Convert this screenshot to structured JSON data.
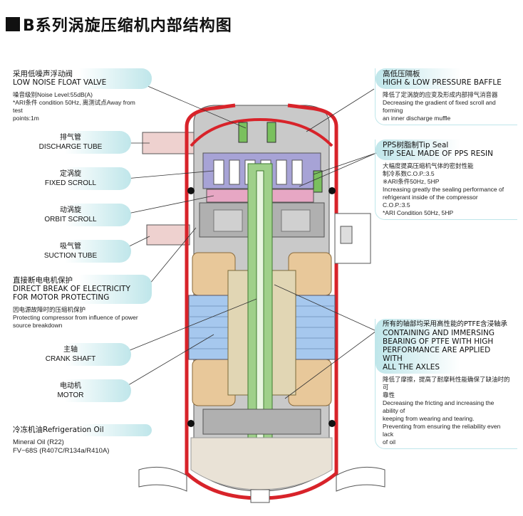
{
  "title": "B系列涡旋压缩机内部结构图",
  "labels": {
    "float_valve": {
      "cn": "采用低噪声浮动阀",
      "en": "LOW NOISE FLOAT VALVE",
      "l1": "噪音级别Noise Level:55dB(A)",
      "l2": "*ARI条件 condition 50Hz, 离测试点Away from test",
      "l3": "points:1m"
    },
    "discharge_tube": {
      "cn": "排气管",
      "en": "DISCHARGE TUBE"
    },
    "fixed_scroll": {
      "cn": "定涡旋",
      "en": "FIXED SCROLL"
    },
    "orbit_scroll": {
      "cn": "动涡旋",
      "en": "ORBIT SCROLL"
    },
    "suction_tube": {
      "cn": "吸气管",
      "en": "SUCTION TUBE"
    },
    "direct_break": {
      "cn": "直接断电电机保护",
      "en1": "DIRECT BREAK OF ELECTRICITY",
      "en2": "FOR MOTOR PROTECTING",
      "l1": "因电源故障时的压缩机保护",
      "l2": "Protecting compressor from influence of power",
      "l3": "source breakdown"
    },
    "crank_shaft": {
      "cn": "主轴",
      "en": "CRANK SHAFT"
    },
    "motor": {
      "cn": "电动机",
      "en": "MOTOR"
    },
    "oil": {
      "title": "冷冻机油Refrigeration Oil",
      "l1": "Mineral Oil (R22)",
      "l2": "FV−68S (R407C/R134a/R410A)"
    },
    "baffle": {
      "cn": "高低压隔板",
      "en": "HIGH & LOW PRESSURE BAFFLE",
      "l1": "降低了定涡旋的应变及形成内部排气消音器",
      "l2": "Decreasing the gradient of fixed scroll and forming",
      "l3": "an inner discharge muffle"
    },
    "tip_seal": {
      "cn": "PPS树脂制Tip Seal",
      "en": "TIP SEAL MADE OF PPS RESIN",
      "l1": "大幅度提高压缩机气体的密封性能",
      "l2": "制冷系数C.O.P.:3.5",
      "l3": "※ARI条件50Hz, 5HP",
      "l4": "Increasing greatly the sealing performance of",
      "l5": "refrigerant inside of the compressor",
      "l6": "C.O.P.:3.5",
      "l7": "*ARI Condition 50Hz, 5HP"
    },
    "bearing": {
      "cn": "所有的轴部均采用高性能的PTFE含浸轴承",
      "en1": "CONTAINING AND IMMERSING",
      "en2": "BEARING OF PTFE WITH HIGH",
      "en3": "PERFORMANCE ARE APPLIED WITH",
      "en4": "ALL THE AXLES",
      "l1": "降低了摩擦，提高了耐摩耗性能确保了缺油时的可",
      "l2": "靠性",
      "l3": "Decreasing the fricting and increasing the ability of",
      "l4": "keeping from wearing and tearing.",
      "l5": "Preventing from ensuring the reliability even lack",
      "l6": "of oil"
    }
  },
  "colors": {
    "shell": "#d8232a",
    "scroll": "#a7a3d6",
    "orbit": "#e7a7c4",
    "shaft": "#9fd08a",
    "coil": "#e8c89a",
    "stator": "#a6c8ee",
    "frame": "#b0b0b0",
    "label_bg": "#bfe6ea"
  }
}
